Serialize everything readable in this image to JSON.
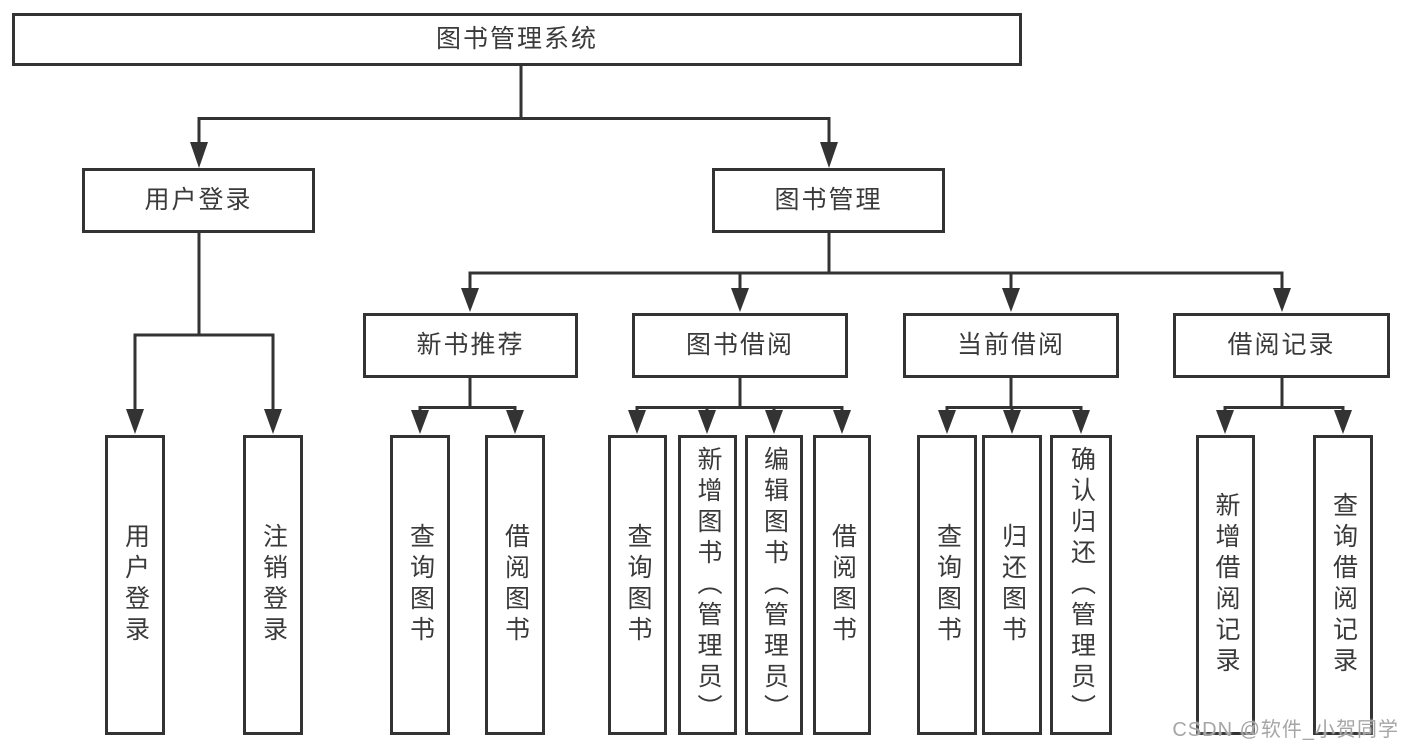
{
  "diagram": {
    "type": "hierarchy-tree",
    "title": "图书管理系统"
  },
  "colors": {
    "line": "#333333",
    "box_border": "#333333",
    "text": "#3a3a3a",
    "watermark": "#a6a6a6",
    "background": "#ffffff"
  },
  "tree": {
    "root": {
      "label": "图书管理系统"
    },
    "branches": [
      {
        "label": "用户登录",
        "children": [
          {
            "label": "用户登录"
          },
          {
            "label": "注销登录"
          }
        ]
      },
      {
        "label": "图书管理",
        "children": [
          {
            "label": "新书推荐",
            "children": [
              {
                "label": "查询图书"
              },
              {
                "label": "借阅图书"
              }
            ]
          },
          {
            "label": "图书借阅",
            "children": [
              {
                "label": "查询图书"
              },
              {
                "label": "新增图书（管理员）"
              },
              {
                "label": "编辑图书（管理员）"
              },
              {
                "label": "借阅图书"
              }
            ]
          },
          {
            "label": "当前借阅",
            "children": [
              {
                "label": "查询图书"
              },
              {
                "label": "归还图书"
              },
              {
                "label": "确认归还（管理员）"
              }
            ]
          },
          {
            "label": "借阅记录",
            "children": [
              {
                "label": "新增借阅记录"
              },
              {
                "label": "查询借阅记录"
              }
            ]
          }
        ]
      }
    ]
  },
  "watermark": {
    "text": "CSDN @软件_小贺同学"
  }
}
